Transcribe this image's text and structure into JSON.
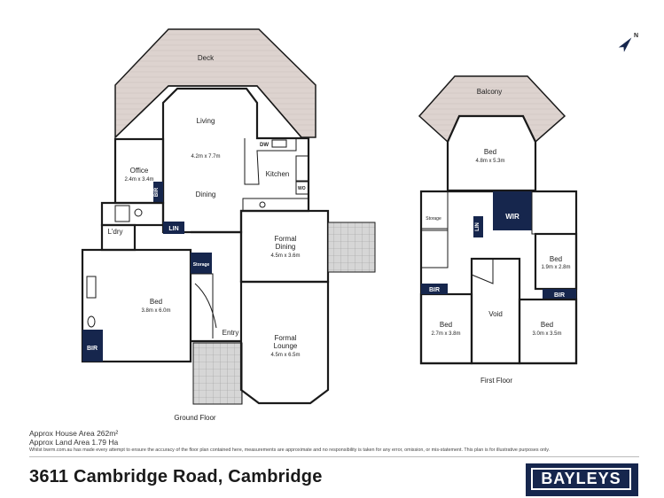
{
  "floors": {
    "ground": "Ground Floor",
    "first": "First Floor"
  },
  "rooms": {
    "deck": "Deck",
    "living": "Living",
    "living_dims": "4.2m x 7.7m",
    "dining": "Dining",
    "kitchen": "Kitchen",
    "dw": "DW",
    "wo": "WO",
    "office": "Office",
    "office_dims": "2.4m x 3.4m",
    "bir_office": "BIR",
    "laundry": "L'dry",
    "lin": "LIN",
    "storage": "Storage",
    "bed_ground": "Bed",
    "bed_ground_dims": "3.8m x 6.0m",
    "bir_ground": "BIR",
    "entry": "Entry",
    "formal_dining": "Formal\nDining",
    "formal_dining_line1": "Formal",
    "formal_dining_line2": "Dining",
    "formal_dining_dims": "4.5m x 3.6m",
    "formal_lounge_line1": "Formal",
    "formal_lounge_line2": "Lounge",
    "formal_lounge_dims": "4.5m x 6.5m",
    "balcony": "Balcony",
    "bed_main": "Bed",
    "bed_main_dims": "4.8m x 5.3m",
    "storage_first": "Storage",
    "wir": "WIR",
    "lin_first": "LIN",
    "bed_small": "Bed",
    "bed_small_dims": "1.9m x 2.8m",
    "bir_first_left": "BIR",
    "bir_first_right": "BIR",
    "bed_left": "Bed",
    "bed_left_dims": "2.7m x 3.8m",
    "void": "Void",
    "bed_right": "Bed",
    "bed_right_dims": "3.0m x 3.5m"
  },
  "info": {
    "house_area": "Approx House Area 262m²",
    "land_area": "Approx Land Area 1.79 Ha",
    "disclaimer": "Whilst bwrm.com.au has made every attempt to ensure the accuracy of the floor plan contained here, measurements are approximate and no responsibility is taken for any error, omission, or mis-statement. This plan is for illustrative purposes only."
  },
  "address": "3611 Cambridge Road, Cambridge",
  "brand": "BAYLEYS",
  "compass": "N",
  "colors": {
    "brand_navy": "#16264d",
    "deck": "#ddd6d3",
    "tile": "#d3d3d3"
  }
}
